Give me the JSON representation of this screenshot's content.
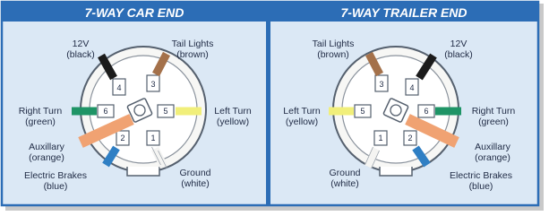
{
  "colors": {
    "header_blue": "#2c6db6",
    "frame_blue": "#2c6db6",
    "panel_bg": "#dbe8f5",
    "black_wire": "#1b1b1b",
    "brown_wire": "#a4714a",
    "yellow_wire": "#f1ef7a",
    "white_wire": "#f4f4f2",
    "orange_wire": "#f0a272",
    "green_wire": "#1f9466",
    "blue_wire": "#2f7fc4"
  },
  "car_end": {
    "title": "7-WAY CAR END",
    "labels": {
      "black_1": "12V",
      "black_2": "(black)",
      "brown_1": "Tail Lights",
      "brown_2": "(brown)",
      "green_1": "Right Turn",
      "green_2": "(green)",
      "yellow_1": "Left Turn",
      "yellow_2": "(yellow)",
      "orange_1": "Auxillary",
      "orange_2": "(orange)",
      "blue_1": "Electric Brakes",
      "blue_2": "(blue)",
      "white_1": "Ground",
      "white_2": "(white)"
    },
    "pins": {
      "p4": "4",
      "p3": "3",
      "p6": "6",
      "p5": "5",
      "p2": "2",
      "p1": "1"
    }
  },
  "trailer_end": {
    "title": "7-WAY TRAILER END",
    "labels": {
      "brown_1": "Tail Lights",
      "brown_2": "(brown)",
      "black_1": "12V",
      "black_2": "(black)",
      "yellow_1": "Left Turn",
      "yellow_2": "(yellow)",
      "green_1": "Right Turn",
      "green_2": "(green)",
      "orange_1": "Auxillary",
      "orange_2": "(orange)",
      "white_1": "Ground",
      "white_2": "(white)",
      "blue_1": "Electric Brakes",
      "blue_2": "(blue)"
    },
    "pins": {
      "p3": "3",
      "p4": "4",
      "p5": "5",
      "p6": "6",
      "p1": "1",
      "p2": "2"
    }
  }
}
